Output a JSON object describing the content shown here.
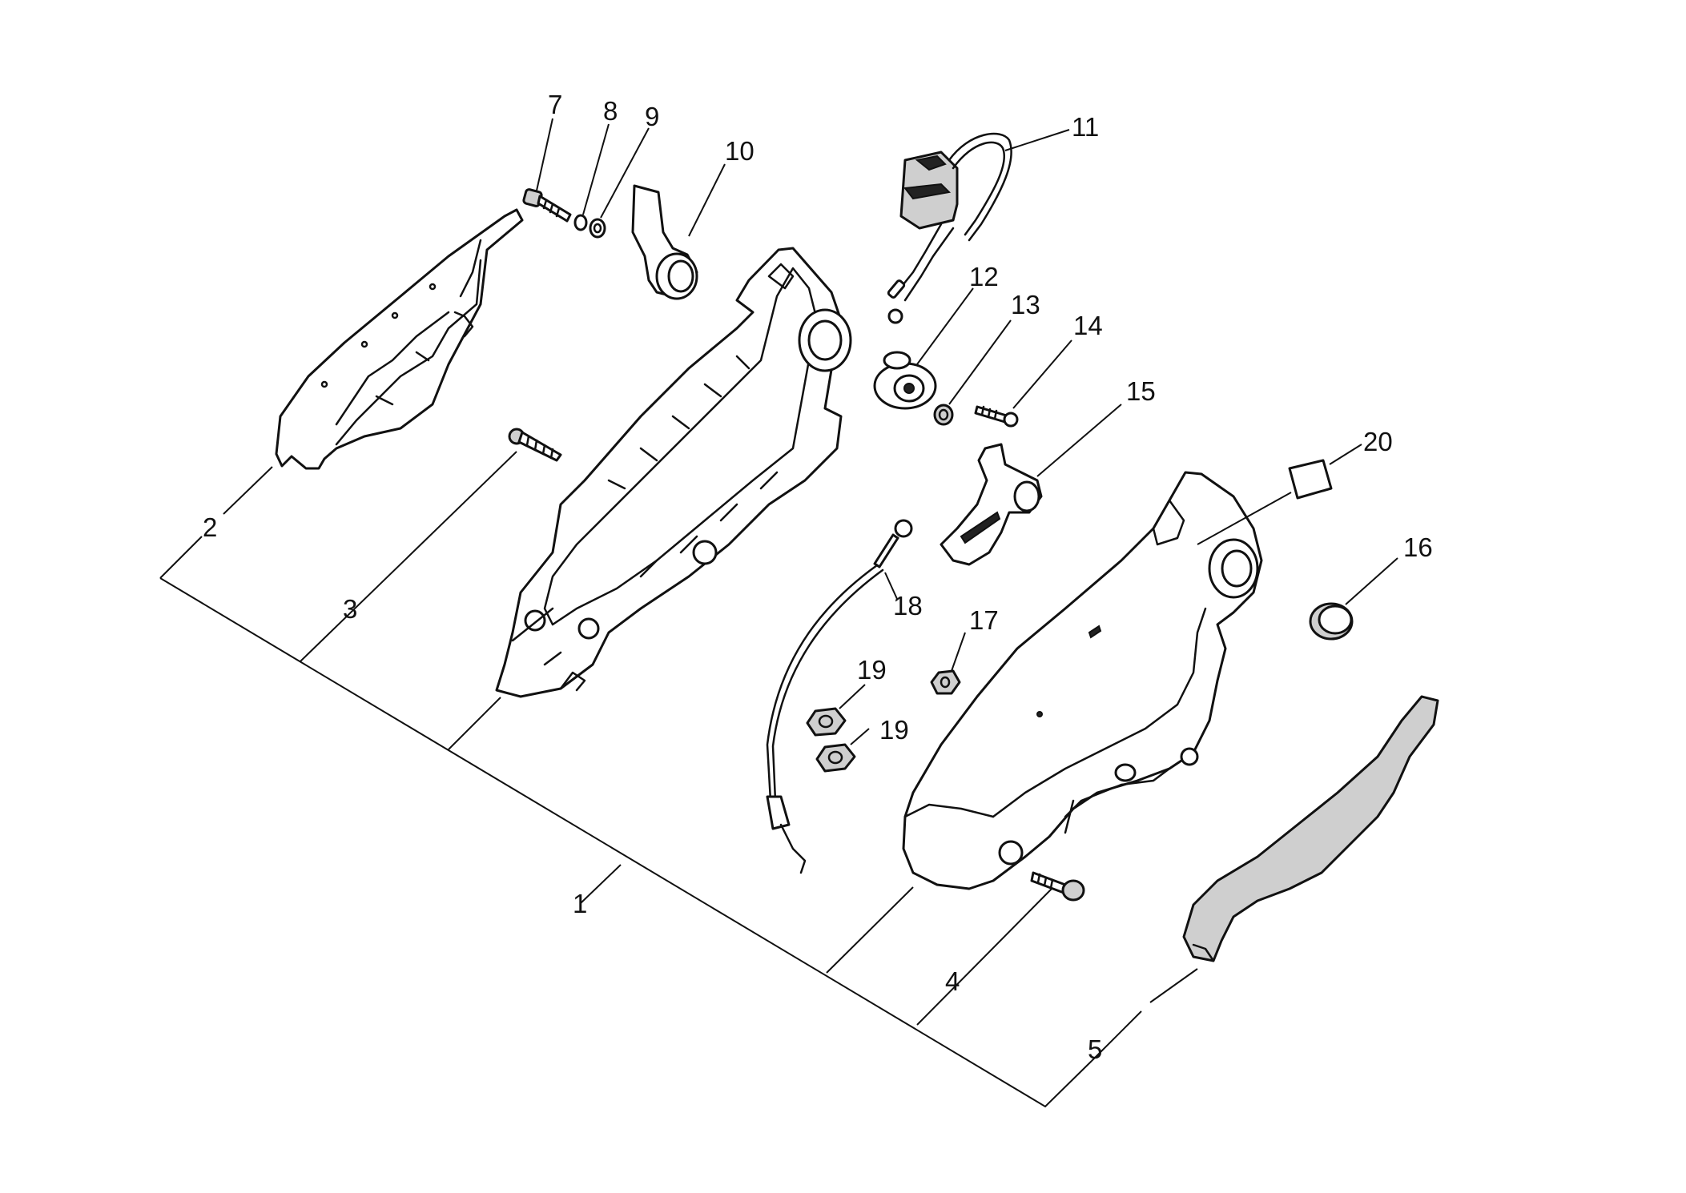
{
  "diagram": {
    "labels": {
      "n1": "1",
      "n2": "2",
      "n3": "3",
      "n4": "4",
      "n5": "5",
      "n7": "7",
      "n8": "8",
      "n9": "9",
      "n10": "10",
      "n11": "11",
      "n12": "12",
      "n13": "13",
      "n14": "14",
      "n15": "15",
      "n16": "16",
      "n17": "17",
      "n18": "18",
      "n19a": "19",
      "n19b": "19",
      "n20": "20"
    },
    "colors": {
      "line": "#111111",
      "background": "#ffffff",
      "shade": "#cfcfcf"
    }
  }
}
